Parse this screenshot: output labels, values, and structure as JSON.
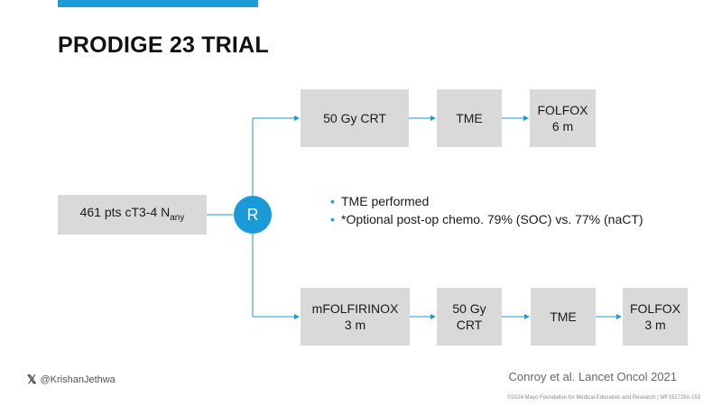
{
  "title": "PRODIGE 23 TRIAL",
  "start_box": {
    "label": "461 pts cT3-4 N",
    "subscript": "any"
  },
  "randomization": {
    "label": "R"
  },
  "top_arm": [
    {
      "label": "50 Gy CRT"
    },
    {
      "label": "TME"
    },
    {
      "label": "FOLFOX\n6 m"
    }
  ],
  "bottom_arm": [
    {
      "label": "mFOLFIRINOX\n3 m"
    },
    {
      "label": "50 Gy\nCRT"
    },
    {
      "label": "TME"
    },
    {
      "label": "FOLFOX\n3 m"
    }
  ],
  "notes": [
    "TME performed",
    "*Optional post-op chemo. 79% (SOC) vs. 77% (naCT)"
  ],
  "footer": {
    "handle": "@KrishanJethwa",
    "citation": "Conroy et al. Lancet Oncol 2021",
    "copyright": "©2024 Mayo Foundation for Medical Education and Research  |  WF1527250-153"
  },
  "colors": {
    "accent": "#1a9ad6",
    "box": "#d9d9d9"
  },
  "icons": {
    "social": "x-logo-icon"
  }
}
